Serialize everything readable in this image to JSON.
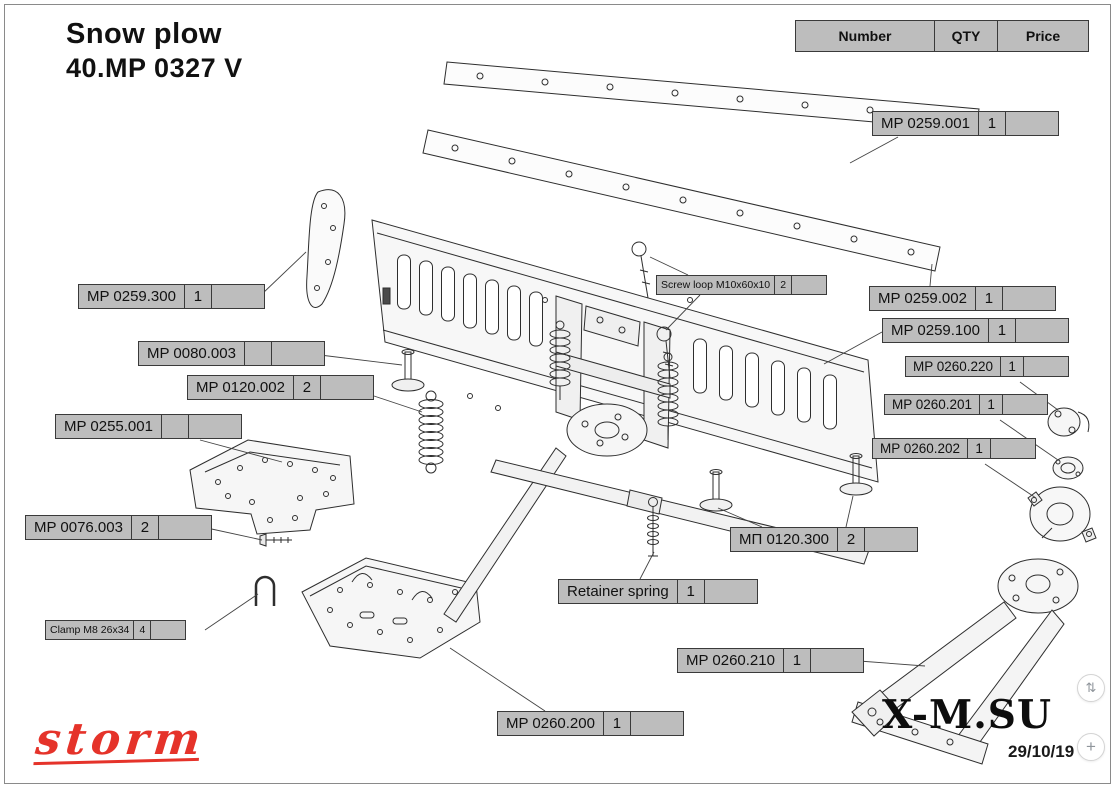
{
  "page": {
    "title_line1": "Snow plow",
    "title_line2": "40.MP 0327 V",
    "logo_text": "storm",
    "watermark": "X-M.SU",
    "date": "29/10/19"
  },
  "header": {
    "columns": [
      "Number",
      "QTY",
      "Price"
    ]
  },
  "parts": [
    {
      "number": "MP 0259.001",
      "qty": "1",
      "price": ""
    },
    {
      "number": "MP 0259.300",
      "qty": "1",
      "price": ""
    },
    {
      "number": "Screw loop  M10x60x10",
      "qty": "2",
      "price": ""
    },
    {
      "number": "MP 0259.002",
      "qty": "1",
      "price": ""
    },
    {
      "number": "MP 0259.100",
      "qty": "1",
      "price": ""
    },
    {
      "number": "MP 0260.220",
      "qty": "1",
      "price": ""
    },
    {
      "number": "MP 0080.003",
      "qty": "",
      "price": ""
    },
    {
      "number": "MP 0120.002",
      "qty": "2",
      "price": ""
    },
    {
      "number": "MP 0255.001",
      "qty": "",
      "price": ""
    },
    {
      "number": "MP 0260.201",
      "qty": "1",
      "price": ""
    },
    {
      "number": "MP 0260.202",
      "qty": "1",
      "price": ""
    },
    {
      "number": "MP 0076.003",
      "qty": "2",
      "price": ""
    },
    {
      "number": "МП 0120.300",
      "qty": "2",
      "price": ""
    },
    {
      "number": "Retainer spring",
      "qty": "1",
      "price": ""
    },
    {
      "number": "Clamp M8 26x34",
      "qty": "4",
      "price": ""
    },
    {
      "number": "MP 0260.210",
      "qty": "1",
      "price": ""
    },
    {
      "number": "MP 0260.200",
      "qty": "1",
      "price": ""
    }
  ],
  "ui": {
    "scroll_button_glyph": "⇅",
    "zoom_button_glyph": "+"
  },
  "colors": {
    "label_bg": "#bdbdbd",
    "label_border": "#3a3a3a",
    "logo_red": "#e5332a",
    "line_art": "#2e2e2e"
  }
}
